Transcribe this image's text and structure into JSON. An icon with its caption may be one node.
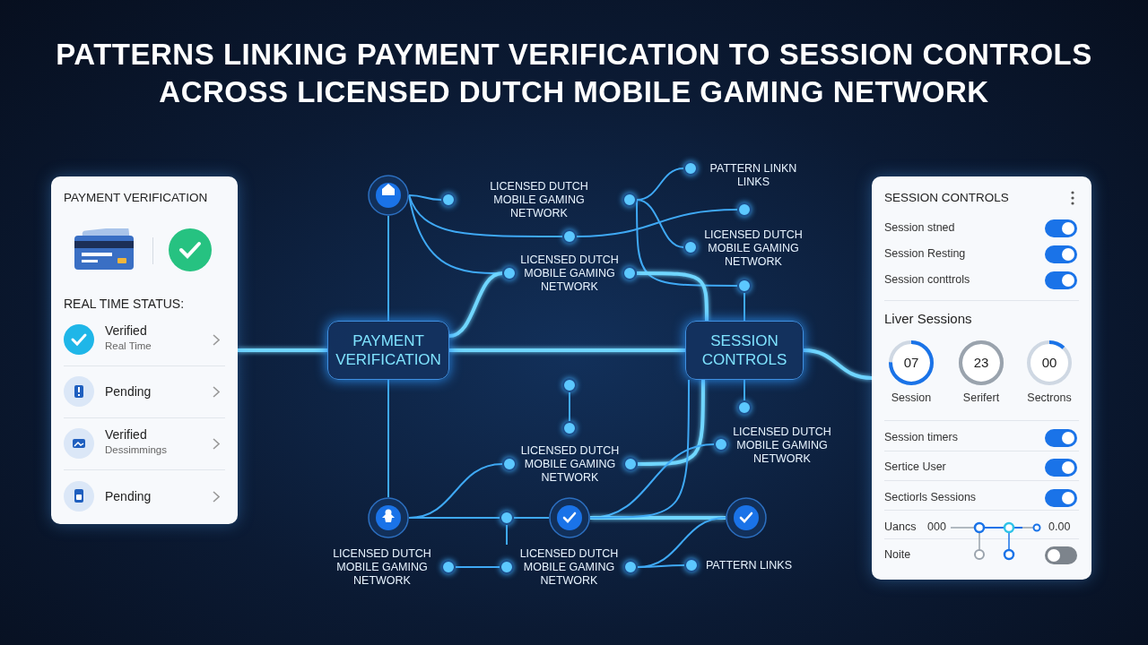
{
  "diagram": {
    "title": "PATTERNS LINKING PAYMENT VERIFICATION TO SESSION CONTROLS ACROSS LICENSED DUTCH MOBILE GAMING NETWORK",
    "nodes": [
      {
        "text": [
          "PAYMENT VERIFICATION",
          "REAL TIME STATUS:"
        ]
      },
      {
        "text": [
          "Verified",
          "Real Time"
        ],
        "in": 0
      },
      {
        "text": [
          "Pending"
        ],
        "in": 0
      },
      {
        "text": [
          "Verified",
          "Dessimmings"
        ],
        "in": 0
      },
      {
        "text": [
          "Pending"
        ],
        "in": 0
      },
      {
        "text": [
          "SESSION CONTROLS",
          "Session stned",
          "Session Resting",
          "Session conttrols",
          "Liver Sessions",
          "Session timers",
          "Sertice User",
          "Sectiorls Sessions",
          "Uancs",
          "000",
          "0.00",
          "Noite"
        ]
      },
      {
        "text": [
          "07"
        ],
        "beside": [
          "Session"
        ],
        "in": 5
      },
      {
        "text": [
          "23"
        ],
        "beside": [
          "Serifert"
        ],
        "in": 5
      },
      {
        "text": [
          "00"
        ],
        "beside": [
          "Sectrons"
        ],
        "in": 5
      },
      {
        "text": [
          "PAYMENT VERIFICATION"
        ]
      },
      {
        "text": [
          "SESSION CONTROLS"
        ]
      },
      {
        "text": [],
        "shape": "circle"
      },
      {
        "text": [],
        "shape": "circle"
      },
      {
        "text": [],
        "shape": "circle"
      },
      {
        "text": [],
        "shape": "circle"
      },
      {
        "text": [
          "LICENSED DUTCH MOBILE GAMING NETWORK"
        ]
      },
      {
        "text": [
          "PATTERN LINKN LINKS"
        ]
      },
      {
        "text": [],
        "shape": "circle"
      },
      {
        "text": [],
        "shape": "circle"
      },
      {
        "text": [
          "LICENSED DUTCH MOBILE GAMING NETWORK"
        ]
      },
      {
        "text": [],
        "shape": "circle"
      },
      {
        "text": [
          "LICENSED DUTCH MOBILE GAMING NETWORK"
        ]
      },
      {
        "text": [],
        "shape": "circle"
      },
      {
        "text": [],
        "shape": "circle"
      },
      {
        "text": [],
        "shape": "circle"
      },
      {
        "text": [
          "LICENSED DUTCH MOBILE GAMING NETWORK"
        ]
      },
      {
        "text": [
          "LICENSED DUTCH MOBILE GAMING NETWORK"
        ]
      },
      {
        "text": [
          "LICENSED DUTCH MOBILE GAMING NETWORK"
        ]
      },
      {
        "text": [],
        "shape": "circle"
      },
      {
        "text": [
          "LICENSED DUTCH MOBILE GAMING NETWORK"
        ]
      },
      {
        "text": [
          "PATTERN LINKS"
        ]
      }
    ],
    "edges": [
      {
        "from": 0,
        "to": 9,
        "arrow": "none",
        "style": "thick"
      },
      {
        "from": 9,
        "to": 10,
        "arrow": "none",
        "style": "thick"
      },
      {
        "from": 10,
        "to": 5,
        "arrow": "none",
        "style": "thick"
      },
      {
        "from": 11,
        "to": 9,
        "arrow": "none"
      },
      {
        "from": 9,
        "to": 12,
        "arrow": "none"
      },
      {
        "from": 11,
        "to": 15,
        "arrow": "none"
      },
      {
        "from": 11,
        "to": 18,
        "arrow": "none"
      },
      {
        "from": 18,
        "to": 17,
        "arrow": "none"
      },
      {
        "from": 11,
        "to": 21,
        "arrow": "none"
      },
      {
        "from": 15,
        "to": 16,
        "arrow": "none"
      },
      {
        "from": 15,
        "to": 19,
        "arrow": "none"
      },
      {
        "from": 15,
        "to": 20,
        "arrow": "none"
      },
      {
        "from": 20,
        "to": 10,
        "arrow": "none"
      },
      {
        "from": 9,
        "to": 21,
        "arrow": "none",
        "style": "thick"
      },
      {
        "from": 21,
        "to": 10,
        "arrow": "none",
        "style": "thick"
      },
      {
        "from": 22,
        "to": 23,
        "arrow": "none"
      },
      {
        "from": 10,
        "to": 24,
        "arrow": "none"
      },
      {
        "from": 10,
        "to": 25,
        "arrow": "none",
        "style": "thick"
      },
      {
        "from": 12,
        "to": 25,
        "arrow": "none"
      },
      {
        "from": 12,
        "to": 28,
        "arrow": "none"
      },
      {
        "from": 28,
        "to": 13,
        "arrow": "none"
      },
      {
        "from": 28,
        "to": 29,
        "arrow": "none"
      },
      {
        "from": 27,
        "to": 29,
        "arrow": "none"
      },
      {
        "from": 13,
        "to": 26,
        "arrow": "none"
      },
      {
        "from": 13,
        "to": 14,
        "arrow": "none",
        "style": "thick"
      },
      {
        "from": 13,
        "to": 10,
        "arrow": "none"
      },
      {
        "from": 29,
        "to": 14,
        "arrow": "none"
      },
      {
        "from": 29,
        "to": 30,
        "arrow": "none"
      }
    ]
  }
}
